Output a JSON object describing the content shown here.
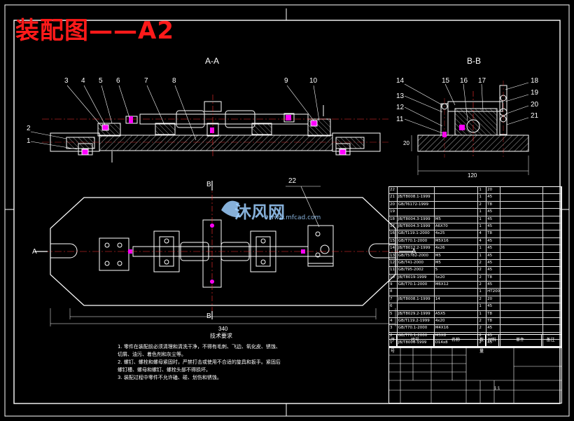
{
  "title": "装配图——A2",
  "views": {
    "section_a": "A-A",
    "section_b": "B-B",
    "plan_a_left": "A",
    "plan_a_right": "A",
    "plan_b_top": "B",
    "plan_b_bottom": "B"
  },
  "callouts_a": [
    "1",
    "2",
    "3",
    "4",
    "5",
    "6",
    "7",
    "8",
    "9",
    "10"
  ],
  "callouts_b": [
    "11",
    "12",
    "13",
    "14",
    "15",
    "16",
    "17",
    "18",
    "19",
    "20",
    "21"
  ],
  "callout_plan": "22",
  "dimensions": {
    "overall_length": "340",
    "bb_width": "120",
    "bb_height": "20"
  },
  "notes": {
    "heading": "技术要求",
    "items": [
      "1. 零件在装配前必须清理和清洗干净，不得有毛刺、飞边、氧化皮、锈蚀、",
      "   切屑、油污、着色剂和灰尘等。",
      "2. 螺钉、螺栓和螺母紧固时，严禁打击或使用不合适的旋具和扳手。紧固后",
      "   螺钉槽、螺母和螺钉、螺栓头部不得损坏。",
      "3. 装配过程中零件不允许磕、碰、划伤和锈蚀。"
    ]
  },
  "watermark": {
    "brand": "沐风网",
    "url": "www.mfcad.com"
  },
  "bom": {
    "rows": [
      [
        "22",
        "",
        "",
        "1",
        "20",
        "",
        ""
      ],
      [
        "21",
        "JB/T8008.1-1999",
        "",
        "1",
        "45",
        "",
        ""
      ],
      [
        "20",
        "GB/T6172-1999",
        "",
        "2",
        "T8",
        "",
        ""
      ],
      [
        "19",
        "",
        "",
        "1",
        "45",
        "",
        ""
      ],
      [
        "18",
        "JB/T8004.3-1999",
        "M5",
        "1",
        "45",
        "",
        ""
      ],
      [
        "17",
        "JB/T8004.3-1999",
        "A6X70",
        "1",
        "45",
        "",
        ""
      ],
      [
        "16",
        "GB/T119.1-2000",
        "4x25",
        "4",
        "T8",
        "",
        ""
      ],
      [
        "15",
        "GB/T70.1-2000",
        "M5X16",
        "4",
        "45",
        "",
        ""
      ],
      [
        "14",
        "JB/T8012.2-1999",
        "4x26",
        "1",
        "45",
        "",
        ""
      ],
      [
        "13",
        "GB/T5782-2000",
        "M5",
        "1",
        "45",
        "",
        ""
      ],
      [
        "12",
        "GB/T41-2000",
        "M5",
        "2",
        "45",
        "",
        ""
      ],
      [
        "11",
        "GB/T95-2002",
        "5",
        "2",
        "45",
        "",
        ""
      ],
      [
        "10",
        "JB/T8019-1999",
        "5x20",
        "2",
        "T8",
        "",
        ""
      ],
      [
        "9",
        "GB/T70.1-2000",
        "M6X12",
        "2",
        "45",
        "",
        ""
      ],
      [
        "8",
        "",
        "",
        "1",
        "HT200",
        "",
        ""
      ],
      [
        "7",
        "JB/T8008.1-1999",
        "14",
        "2",
        "20",
        "",
        ""
      ],
      [
        "6",
        "",
        "",
        "1",
        "45",
        "",
        ""
      ],
      [
        "5",
        "JB/T8029.2-1999",
        "A5X5",
        "1",
        "T8",
        "",
        ""
      ],
      [
        "4",
        "GB/T119.2-1999",
        "4x20",
        "2",
        "T8",
        "",
        ""
      ],
      [
        "3",
        "GB/T70.1-2000",
        "M4X16",
        "2",
        "45",
        "",
        ""
      ],
      [
        "2",
        "GB/T70.1-2000",
        "M5X8",
        "2",
        "45",
        "",
        ""
      ],
      [
        "1",
        "JB/T8006-1999",
        "D14x8",
        "2",
        "45",
        "",
        ""
      ]
    ],
    "header": [
      "序号",
      "代号",
      "名称",
      "数量",
      "材料",
      "单件",
      "备注"
    ]
  },
  "title_block": {
    "scale_label": "1:1"
  }
}
